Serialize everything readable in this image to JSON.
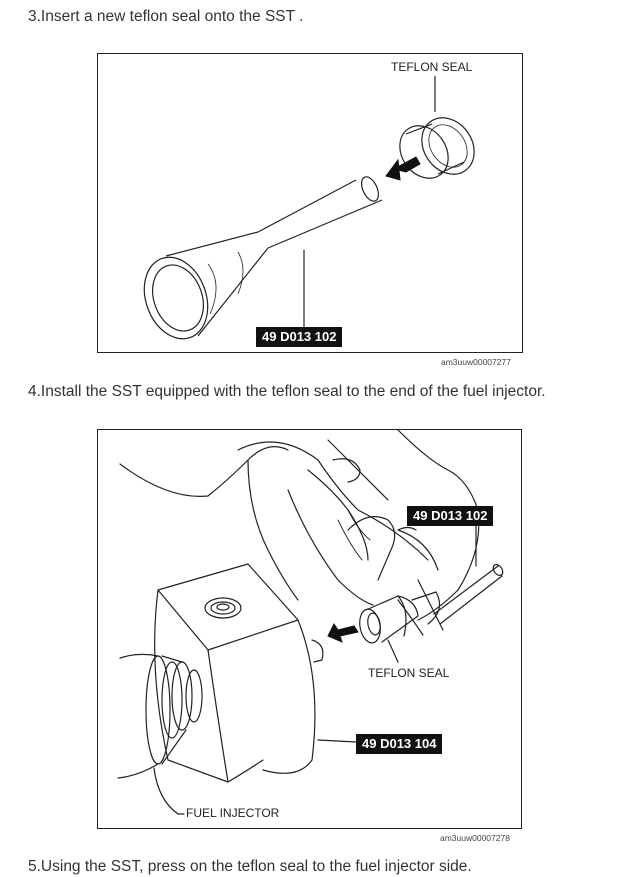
{
  "steps": {
    "step3": "3.Insert a new teflon seal onto the SST .",
    "step4": "4.Install the SST equipped with the teflon seal to the end of the fuel injector.",
    "step5": "5.Using the SST, press on the teflon seal to the fuel injector side."
  },
  "figure1": {
    "label_teflon_seal": "TEFLON SEAL",
    "part_number": "49 D013 102",
    "figure_id": "am3uuw00007277"
  },
  "figure2": {
    "part_number_top": "49 D013 102",
    "label_teflon_seal": "TEFLON SEAL",
    "part_number_bottom": "49 D013 104",
    "label_fuel_injector": "FUEL INJECTOR",
    "figure_id": "am3uuw00007278"
  }
}
